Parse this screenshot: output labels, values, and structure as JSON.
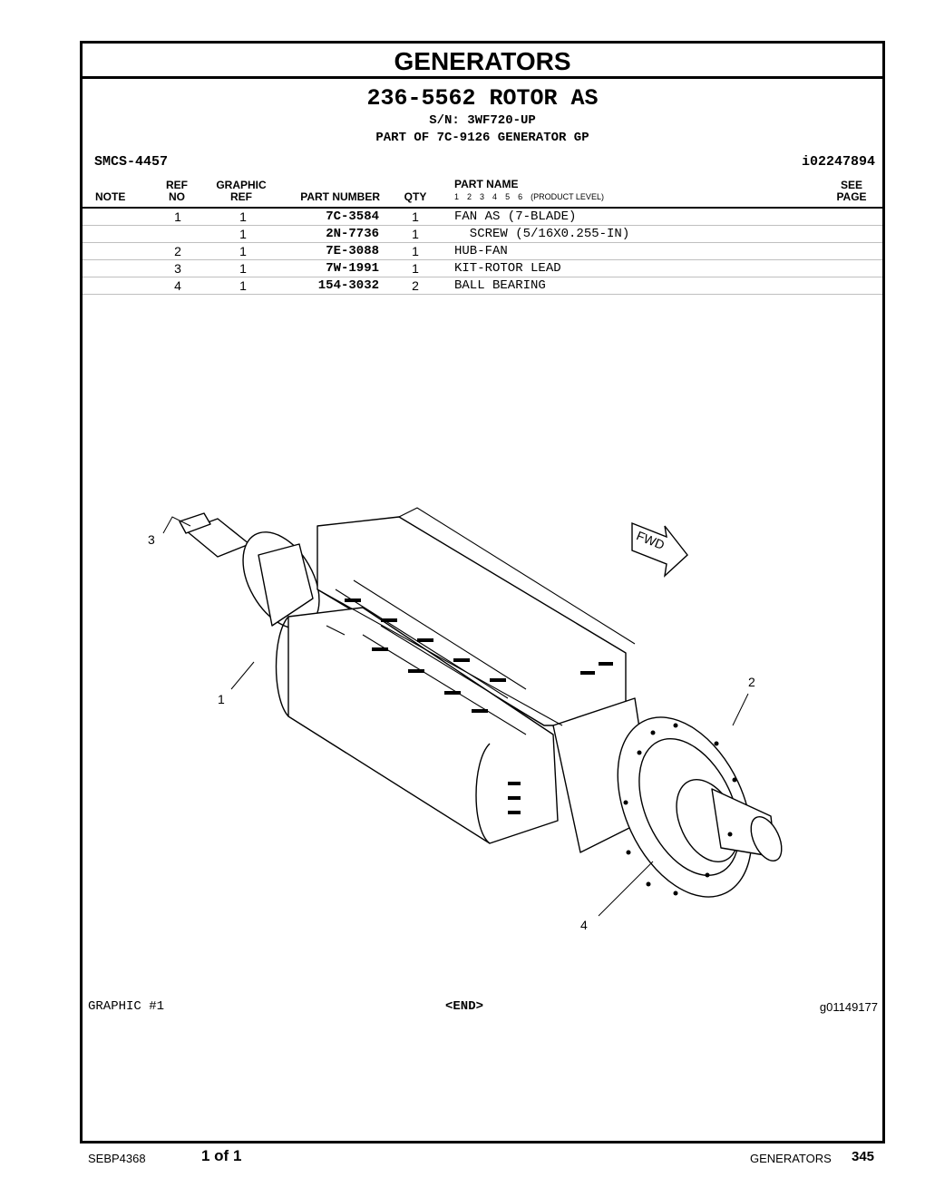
{
  "category": "GENERATORS",
  "title": "236-5562 ROTOR AS",
  "serial": "S/N: 3WF720-UP",
  "part_of": "PART OF 7C-9126 GENERATOR GP",
  "smcs": "SMCS-4457",
  "illustration_ref": "i02247894",
  "columns": {
    "note": "NOTE",
    "ref_top": "REF",
    "ref_bottom": "NO",
    "graphic_top": "GRAPHIC",
    "graphic_bottom": "REF",
    "part_number": "PART NUMBER",
    "qty": "QTY",
    "part_name": "PART NAME",
    "levels": [
      "1",
      "2",
      "3",
      "4",
      "5",
      "6"
    ],
    "product_level": "(PRODUCT LEVEL)",
    "see_top": "SEE",
    "see_bottom": "PAGE"
  },
  "parts": [
    {
      "ref": "1",
      "graphic": "1",
      "part_number": "7C-3584",
      "qty": "1",
      "name": "FAN AS (7-BLADE)"
    },
    {
      "ref": "",
      "graphic": "1",
      "part_number": "2N-7736",
      "qty": "1",
      "name": "  SCREW (5/16X0.255-IN)"
    },
    {
      "ref": "2",
      "graphic": "1",
      "part_number": "7E-3088",
      "qty": "1",
      "name": "HUB-FAN"
    },
    {
      "ref": "3",
      "graphic": "1",
      "part_number": "7W-1991",
      "qty": "1",
      "name": "KIT-ROTOR LEAD"
    },
    {
      "ref": "4",
      "graphic": "1",
      "part_number": "154-3032",
      "qty": "2",
      "name": "BALL BEARING"
    }
  ],
  "callouts": {
    "c1": "1",
    "c2": "2",
    "c3": "3",
    "c4": "4",
    "arrow": "FWD"
  },
  "graphic_label": "GRAPHIC #1",
  "end_marker": "<END>",
  "graphic_id": "g01149177",
  "footer": {
    "doc": "SEBP4368",
    "page_of": "1 of 1",
    "section": "GENERATORS",
    "page": "345"
  }
}
